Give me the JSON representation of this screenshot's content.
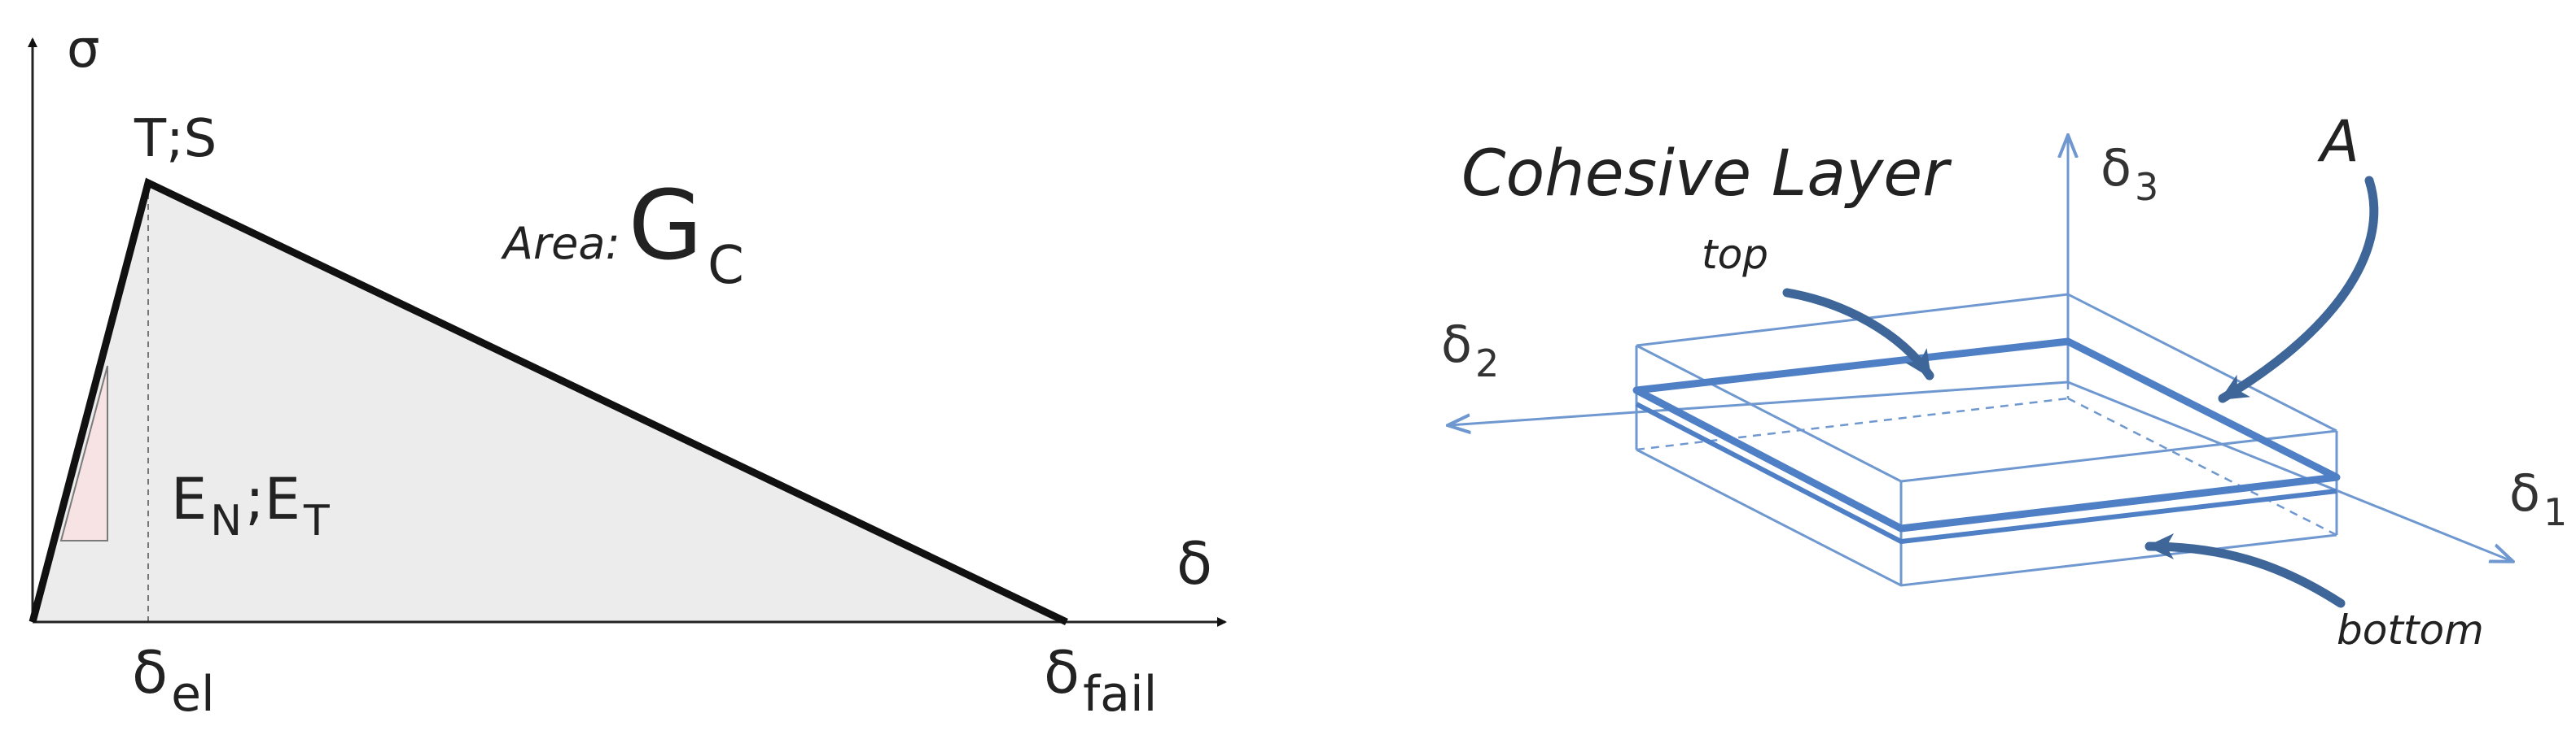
{
  "traction_law": {
    "axis_y_label": "σ",
    "axis_x_label": "δ",
    "peak_label": "T;S",
    "area_prefix": "Area:",
    "area_symbol": "G",
    "area_subscript": "C",
    "stiffness_label_E": "E",
    "stiffness_sub_N": "N",
    "stiffness_sep": ";E",
    "stiffness_sub_T": "T",
    "tick_el_base": "δ",
    "tick_el_sub": "el",
    "tick_fail_base": "δ",
    "tick_fail_sub": "fail"
  },
  "cohesive_layer": {
    "title": "Cohesive Layer",
    "label_top": "top",
    "label_bottom": "bottom",
    "label_A": "A",
    "axis_1_base": "δ",
    "axis_1_sub": "1",
    "axis_2_base": "δ",
    "axis_2_sub": "2",
    "axis_3_base": "δ",
    "axis_3_sub": "3"
  },
  "colors": {
    "line_black": "#111111",
    "fill_gray": "#ececec",
    "triangle_pink": "#f7e3e3",
    "blue_thin": "#6f98d0",
    "blue_thick": "#4f7fc4",
    "arrow_blue": "#3e6699"
  }
}
